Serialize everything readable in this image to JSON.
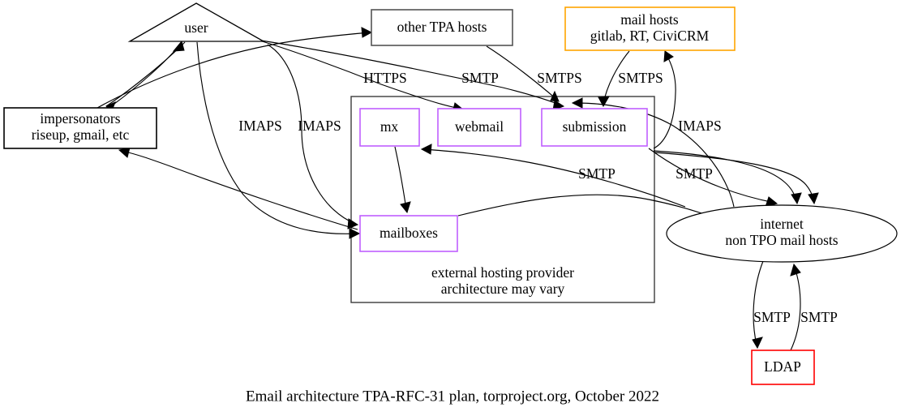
{
  "diagram": {
    "caption": "Email architecture TPA-RFC-31 plan, torproject.org, October 2022",
    "colors": {
      "default_border": "#000000",
      "tpa_host_border": "#545454",
      "mail_hosts_border": "#ffa500",
      "external_service_border": "#bf5fff",
      "ldap_border": "#ff0000",
      "cluster_border": "#3b3b3b",
      "edge": "#000000",
      "background": "#ffffff"
    },
    "nodes": [
      {
        "id": "user",
        "label": "user",
        "shape": "triangle",
        "border": "#000000"
      },
      {
        "id": "impersonators",
        "label_line1": "impersonators",
        "label_line2": "riseup, gmail, etc",
        "shape": "box",
        "border": "#000000"
      },
      {
        "id": "other_tpa_hosts",
        "label": "other TPA hosts",
        "shape": "box",
        "border": "#545454"
      },
      {
        "id": "mail_hosts",
        "label_line1": "mail hosts",
        "label_line2": "gitlab, RT, CiviCRM",
        "shape": "box",
        "border": "#ffa500"
      },
      {
        "id": "mx",
        "label": "mx",
        "shape": "box",
        "border": "#bf5fff"
      },
      {
        "id": "webmail",
        "label": "webmail",
        "shape": "box",
        "border": "#bf5fff"
      },
      {
        "id": "submission",
        "label": "submission",
        "shape": "box",
        "border": "#bf5fff"
      },
      {
        "id": "mailboxes",
        "label": "mailboxes",
        "shape": "box",
        "border": "#bf5fff"
      },
      {
        "id": "internet",
        "label_line1": "internet",
        "label_line2": "non TPO mail hosts",
        "shape": "ellipse",
        "border": "#000000"
      },
      {
        "id": "ldap",
        "label": "LDAP",
        "shape": "box",
        "border": "#ff0000"
      }
    ],
    "cluster": {
      "id": "external_hosting_provider",
      "label_line1": "external hosting provider",
      "label_line2": "architecture may vary"
    },
    "edge_labels": {
      "https": "HTTPS",
      "smtp_top": "SMTP",
      "smtps_left": "SMTPS",
      "smtps_right": "SMTPS",
      "imaps_1": "IMAPS",
      "imaps_2": "IMAPS",
      "imaps_3": "IMAPS",
      "smtp_mid_left": "SMTP",
      "smtp_mid_right": "SMTP",
      "smtp_ldap_out": "SMTP",
      "smtp_ldap_in": "SMTP"
    }
  }
}
